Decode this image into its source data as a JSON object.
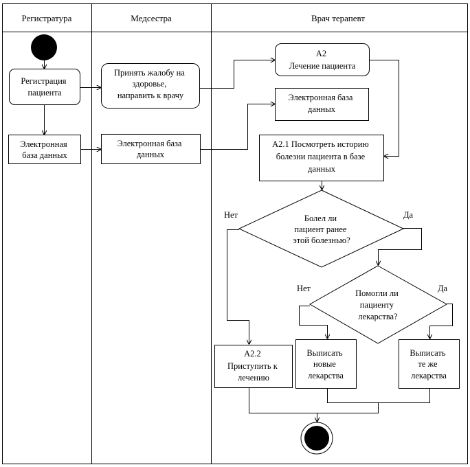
{
  "lanes": {
    "registry": "Регистратура",
    "nurse": "Медсестра",
    "doctor": "Врач терапевт"
  },
  "nodes": {
    "registration": [
      "Регистрация",
      "пациента"
    ],
    "db_registry": [
      "Электронная",
      "база данных"
    ],
    "complaint": [
      "Принять жалобу на",
      "здоровье,",
      "направить к врачу"
    ],
    "db_nurse": [
      "Электронная база",
      "данных"
    ],
    "a2": [
      "А2",
      "Лечение пациента"
    ],
    "db_doctor": [
      "Электронная база",
      "данных"
    ],
    "a21": [
      "А2.1 Посмотреть историю",
      "болезни пациента в базе",
      "данных"
    ],
    "decision1": [
      "Болел ли",
      "пациент ранее",
      "этой болезнью?"
    ],
    "decision2": [
      "Помогли ли",
      "пациенту",
      "лекарства?"
    ],
    "a22": [
      "А2.2",
      "Приступить к",
      "лечению"
    ],
    "new_meds": [
      "Выписать",
      "новые",
      "лекарства"
    ],
    "same_meds": [
      "Выписать",
      "те же",
      "лекарства"
    ]
  },
  "labels": {
    "d1_no": "Нет",
    "d1_yes": "Да",
    "d2_no": "Нет",
    "d2_yes": "Да"
  }
}
